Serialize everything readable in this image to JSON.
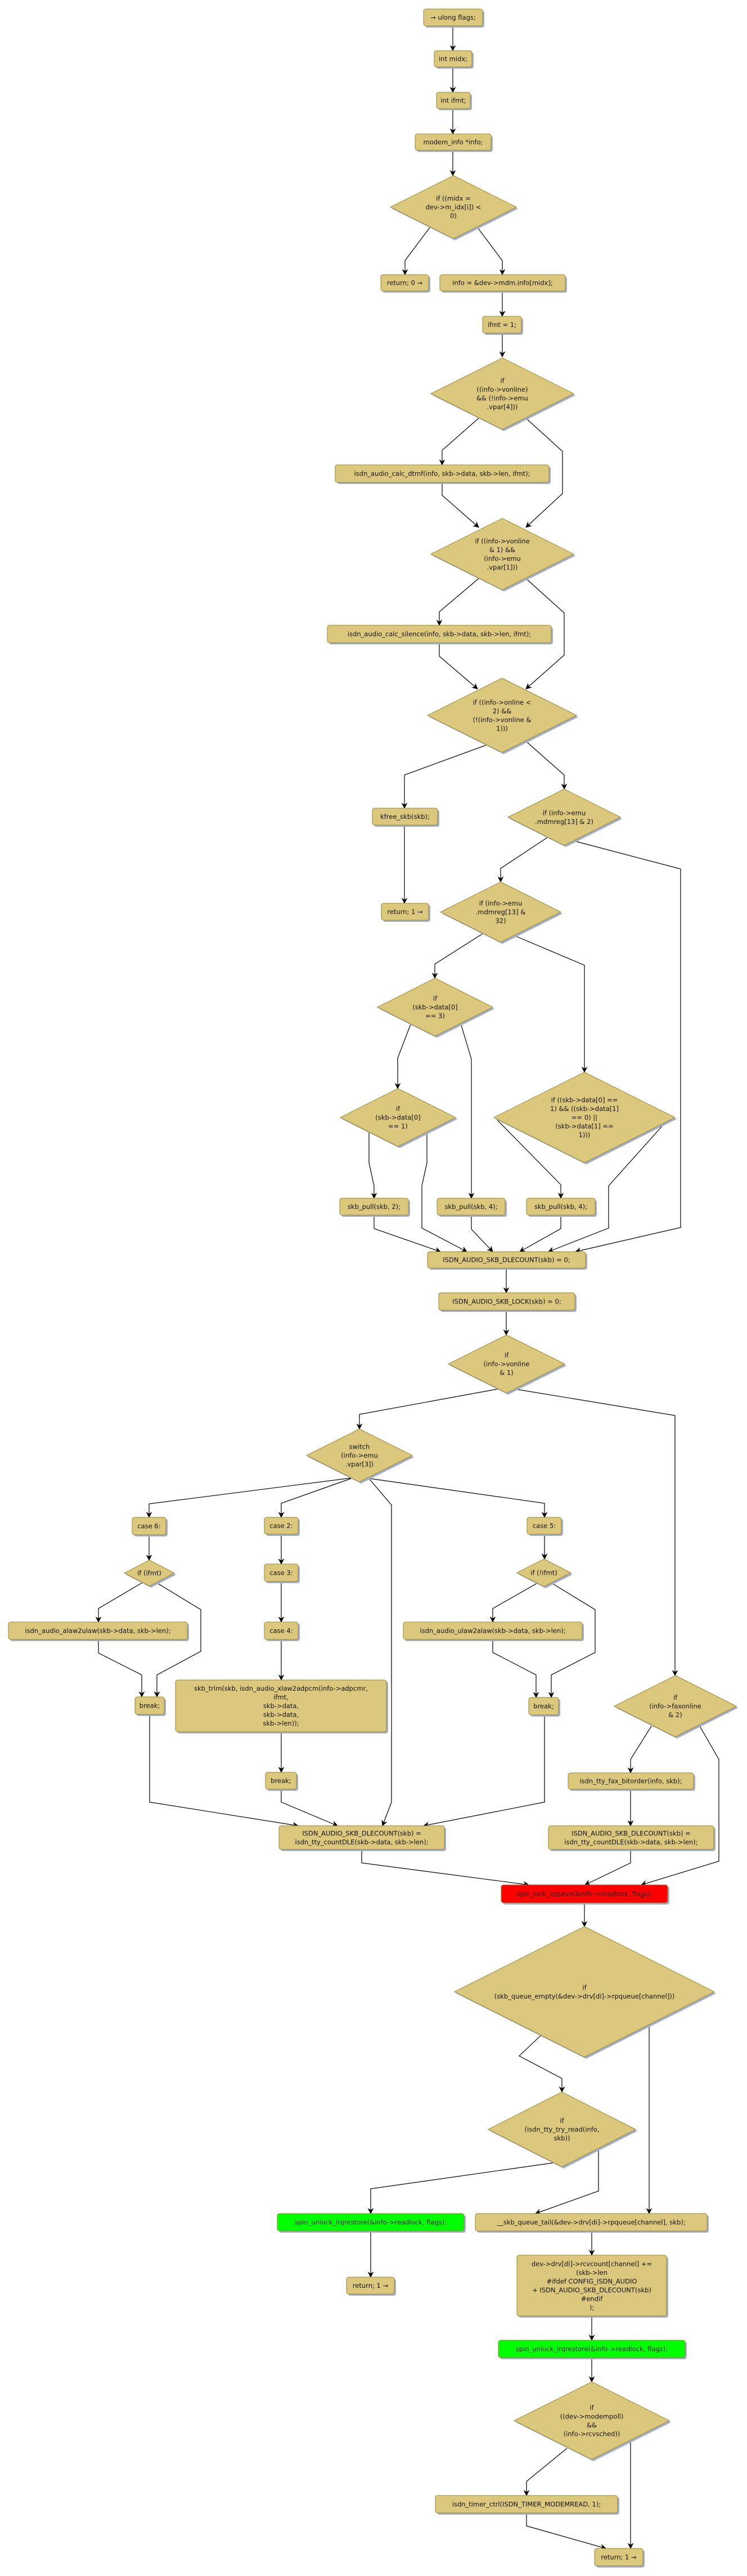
{
  "colors": {
    "node_fill": "#dcc87c",
    "node_stroke": "#9a8634",
    "shadow": "#a3afcb",
    "lock_fill": "#ff0000",
    "unlock_fill": "#00ff00",
    "edge": "#000000"
  },
  "nodes": [
    {
      "lines": [
        "→ ulong flags;"
      ]
    },
    {
      "lines": [
        "int midx;"
      ]
    },
    {
      "lines": [
        "int ifmt;"
      ]
    },
    {
      "lines": [
        "modem_info *info;"
      ]
    },
    {
      "lines": [
        "if ((midx =",
        "dev->m_idx[i]) <",
        "0)"
      ]
    },
    {
      "lines": [
        "return; 0 →"
      ]
    },
    {
      "lines": [
        "info = &dev->mdm.info[midx];"
      ]
    },
    {
      "lines": [
        "ifmt = 1;"
      ]
    },
    {
      "lines": [
        "if",
        "((info->vonline)",
        "&& (!info->emu",
        ".vpar[4]))"
      ]
    },
    {
      "lines": [
        "isdn_audio_calc_dtmf(info, skb->data, skb->len, ifmt);"
      ]
    },
    {
      "lines": [
        "if ((info->vonline",
        "& 1) &&",
        "(info->emu",
        ".vpar[1]))"
      ]
    },
    {
      "lines": [
        "isdn_audio_calc_silence(info, skb->data, skb->len, ifmt);"
      ]
    },
    {
      "lines": [
        "if ((info->online <",
        "2) &&",
        "(!(info->vonline &",
        "1)))"
      ]
    },
    {
      "lines": [
        "kfree_skb(skb);"
      ]
    },
    {
      "lines": [
        "return; 1 →"
      ]
    },
    {
      "lines": [
        "if (info->emu",
        ".mdmreg[13] & 2)"
      ]
    },
    {
      "lines": [
        "if (info->emu",
        ".mdmreg[13] &",
        "32)"
      ]
    },
    {
      "lines": [
        "if",
        "(skb->data[0]",
        "== 3)"
      ]
    },
    {
      "lines": [
        "if",
        "(skb->data[0]",
        "== 1)"
      ]
    },
    {
      "lines": [
        "if ((skb->data[0] ==",
        "1) && ((skb->data[1]",
        "== 0) ||",
        "(skb->data[1] ==",
        "1)))"
      ]
    },
    {
      "lines": [
        "skb_pull(skb, 2);"
      ]
    },
    {
      "lines": [
        "skb_pull(skb, 4);"
      ]
    },
    {
      "lines": [
        "skb_pull(skb, 4);"
      ]
    },
    {
      "lines": [
        "ISDN_AUDIO_SKB_DLECOUNT(skb) = 0;"
      ]
    },
    {
      "lines": [
        "ISDN_AUDIO_SKB_LOCK(skb) = 0;"
      ]
    },
    {
      "lines": [
        "if",
        "(info->vonline",
        "& 1)"
      ]
    },
    {
      "lines": [
        "switch",
        "(info->emu",
        ".vpar[3])"
      ]
    },
    {
      "lines": [
        "case 6:"
      ]
    },
    {
      "lines": [
        "if (ifmt)"
      ]
    },
    {
      "lines": [
        "isdn_audio_alaw2ulaw(skb->data, skb->len);"
      ]
    },
    {
      "lines": [
        "break;"
      ]
    },
    {
      "lines": [
        "case 2:"
      ]
    },
    {
      "lines": [
        "case 3:"
      ]
    },
    {
      "lines": [
        "case 4:"
      ]
    },
    {
      "lines": [
        "skb_trim(skb, isdn_audio_xlaw2adpcm(info->adpcmr,",
        "ifmt,",
        "skb->data,",
        "skb->data,",
        "skb->len));"
      ]
    },
    {
      "lines": [
        "break;"
      ]
    },
    {
      "lines": [
        "case 5:"
      ]
    },
    {
      "lines": [
        "if (!ifmt)"
      ]
    },
    {
      "lines": [
        "isdn_audio_ulaw2alaw(skb->data, skb->len);"
      ]
    },
    {
      "lines": [
        "break;"
      ]
    },
    {
      "lines": [
        "ISDN_AUDIO_SKB_DLECOUNT(skb) =",
        "isdn_tty_countDLE(skb->data, skb->len);"
      ]
    },
    {
      "lines": [
        "if",
        "(info->faxonline",
        "& 2)"
      ]
    },
    {
      "lines": [
        "isdn_tty_fax_bitorder(info, skb);"
      ]
    },
    {
      "lines": [
        "ISDN_AUDIO_SKB_DLECOUNT(skb) =",
        "isdn_tty_countDLE(skb->data, skb->len);"
      ]
    },
    {
      "lines": [
        "spin_lock_irqsave(&info->readlock, flags);"
      ]
    },
    {
      "lines": [
        "if",
        "(skb_queue_empty(&dev->drv[di]->rpqueue[channel]))"
      ]
    },
    {
      "lines": [
        "if",
        "(isdn_tty_try_read(info,",
        "skb))"
      ]
    },
    {
      "lines": [
        "spin_unlock_irqrestore(&info->readlock, flags);"
      ]
    },
    {
      "lines": [
        "__skb_queue_tail(&dev->drv[di]->rpqueue[channel], skb);"
      ]
    },
    {
      "lines": [
        "return; 1 →"
      ]
    },
    {
      "lines": [
        "dev->drv[di]->rcvcount[channel] +=",
        "(skb->len",
        "#ifdef CONFIG_ISDN_AUDIO",
        "+ ISDN_AUDIO_SKB_DLECOUNT(skb)",
        "#endif",
        ");"
      ]
    },
    {
      "lines": [
        "spin_unlock_irqrestore(&info->readlock, flags);"
      ]
    },
    {
      "lines": [
        "if",
        "((dev->modempoll)",
        "&&",
        "(info->rcvsched))"
      ]
    },
    {
      "lines": [
        "isdn_timer_ctrl(ISDN_TIMER_MODEMREAD, 1);"
      ]
    },
    {
      "lines": [
        "return; 1 →"
      ]
    }
  ]
}
